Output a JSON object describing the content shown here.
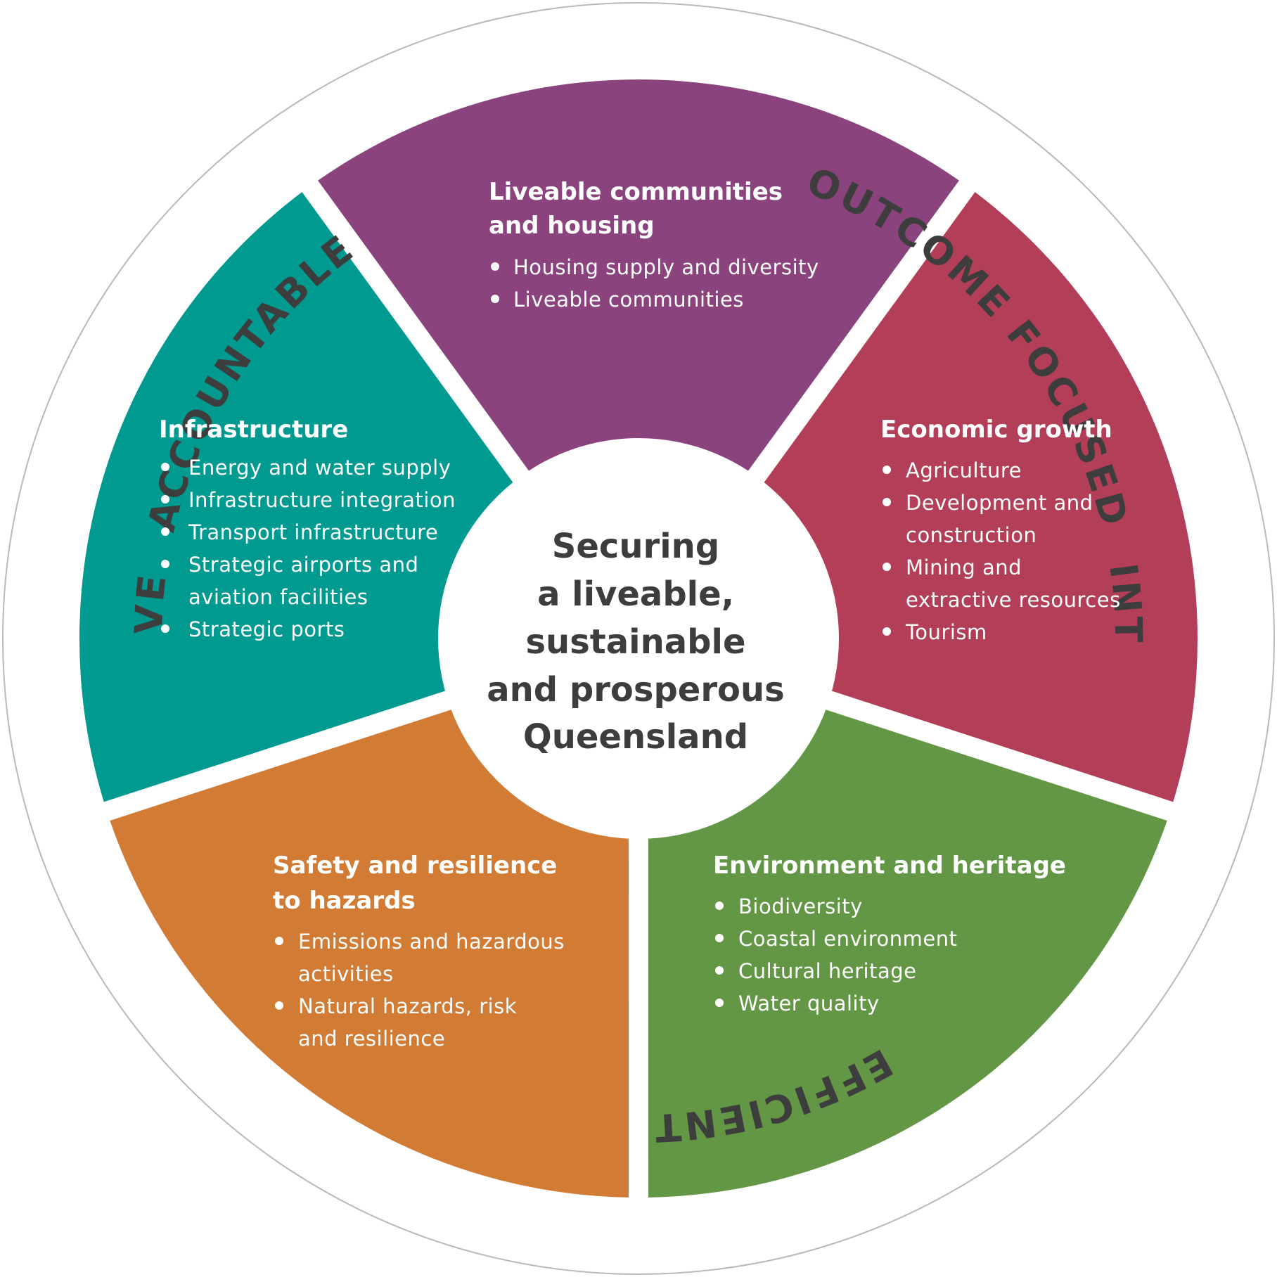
{
  "center": {
    "lines": [
      "Securing",
      "a liveable,",
      "sustainable",
      "and prosperous",
      "Queensland"
    ]
  },
  "ring": {
    "accountable": "ACCOUNTABLE",
    "outcome_focused": "OUTCOME FOCUSED",
    "integrated": "INTEGRATED",
    "efficient": "EFFICIENT",
    "positive": "POSITIVE"
  },
  "segments": {
    "liveable": {
      "title": [
        "Liveable communities",
        "and housing"
      ],
      "items": [
        "Housing supply and diversity",
        "Liveable communities"
      ],
      "color": "#8b437e"
    },
    "economic": {
      "title": [
        "Economic growth"
      ],
      "items": [
        "Agriculture",
        "Development and",
        "construction",
        "Mining and",
        "extractive resources",
        "Tourism"
      ],
      "color": "#b33e58"
    },
    "environment": {
      "title": [
        "Environment and heritage"
      ],
      "items": [
        "Biodiversity",
        "Coastal environment",
        "Cultural heritage",
        "Water quality"
      ],
      "color": "#639645"
    },
    "safety": {
      "title": [
        "Safety and resilience",
        "to hazards"
      ],
      "items": [
        "Emissions and hazardous",
        "activities",
        "Natural hazards, risk",
        "and resilience"
      ],
      "color": "#d17b35"
    },
    "infrastructure": {
      "title": [
        "Infrastructure"
      ],
      "items": [
        "Energy and water supply",
        "Infrastructure integration",
        "Transport infrastructure",
        "Strategic airports and",
        "aviation facilities",
        "Strategic ports"
      ],
      "color": "#009a90"
    }
  }
}
